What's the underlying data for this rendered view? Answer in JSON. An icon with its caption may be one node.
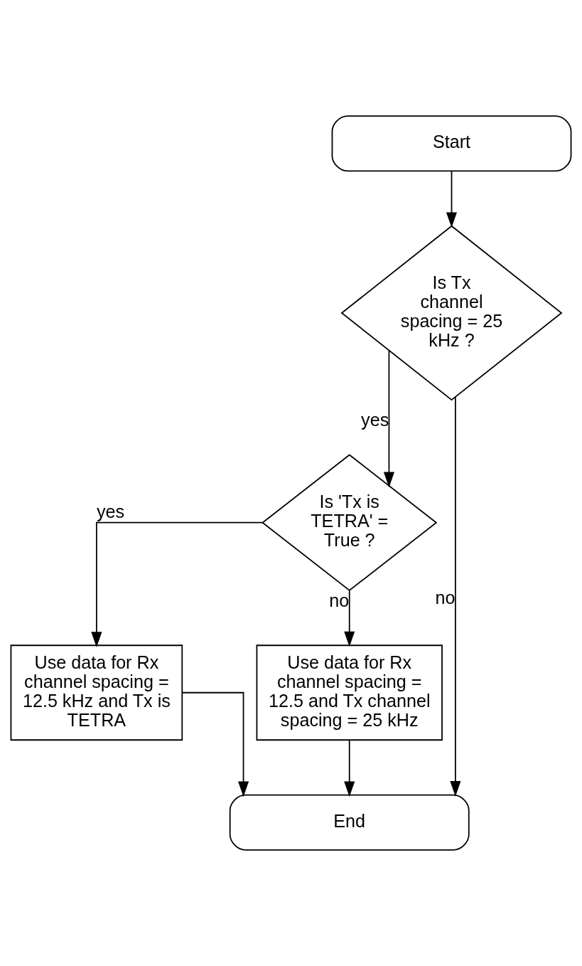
{
  "diagram": {
    "nodes": [
      {
        "text": [
          "Start"
        ]
      },
      {
        "text": [
          "Is Tx channel spacing = 25 kHz ?"
        ]
      },
      {
        "text": [
          "Is 'Tx is TETRA' = True ?"
        ]
      },
      {
        "text": [
          "Use data for Rx channel spacing = 12.5 kHz and Tx is TETRA"
        ]
      },
      {
        "text": [
          "Use data for Rx channel spacing = 12.5 and Tx channel spacing = 25 kHz"
        ]
      },
      {
        "text": [
          "End"
        ]
      }
    ],
    "edges": [
      {
        "from": 0,
        "to": 1,
        "arrow": "to"
      },
      {
        "from": 1,
        "to": 2,
        "arrow": "to",
        "label": "yes"
      },
      {
        "from": 1,
        "to": 5,
        "arrow": "to",
        "label": "no"
      },
      {
        "from": 2,
        "to": 3,
        "arrow": "to",
        "label": "yes"
      },
      {
        "from": 2,
        "to": 4,
        "arrow": "to",
        "label": "no"
      },
      {
        "from": 3,
        "to": 5,
        "arrow": "to"
      },
      {
        "from": 4,
        "to": 5,
        "arrow": "to"
      }
    ]
  }
}
